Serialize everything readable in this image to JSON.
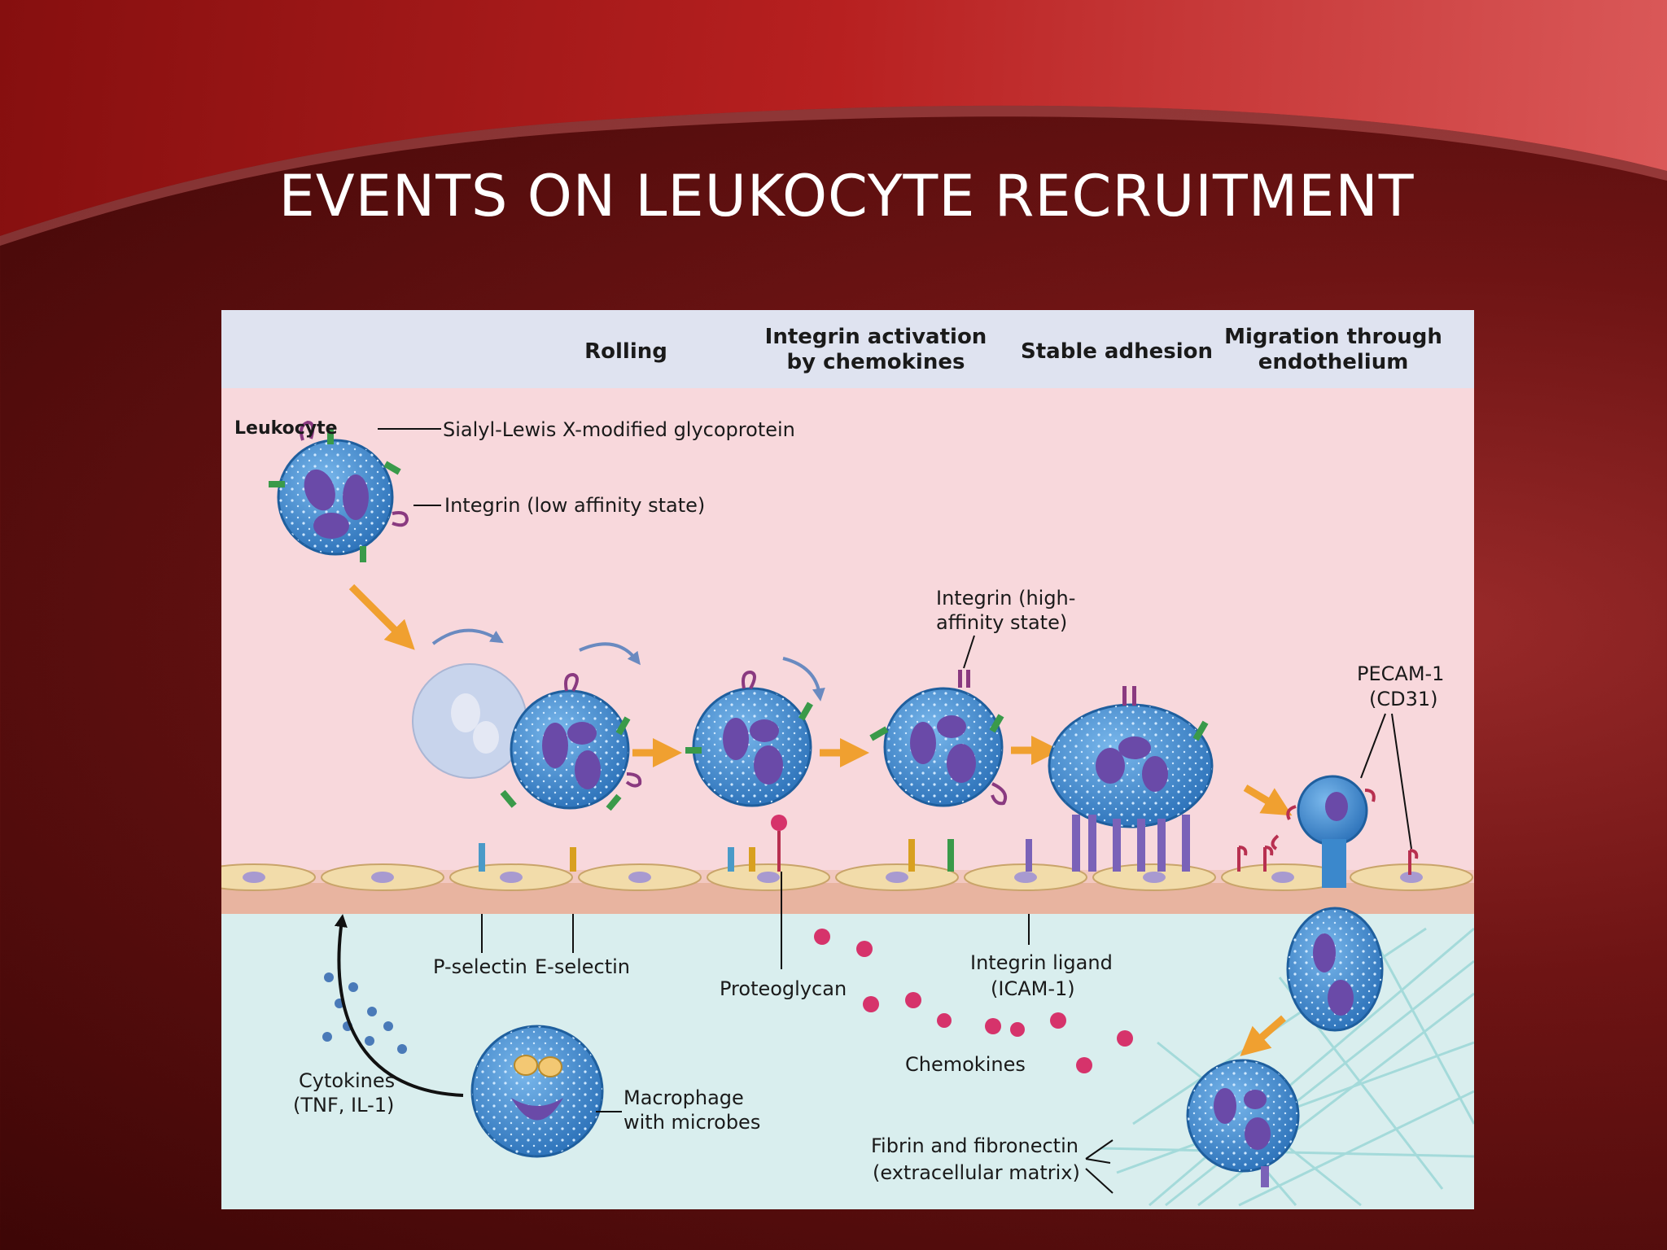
{
  "slide": {
    "title": "EVENTS ON LEUKOCYTE RECRUITMENT"
  },
  "diagram": {
    "stages": {
      "rolling": "Rolling",
      "integrin_activation_1": "Integrin activation",
      "integrin_activation_2": "by chemokines",
      "stable_adhesion": "Stable adhesion",
      "migration_1": "Migration through",
      "migration_2": "endothelium"
    },
    "labels": {
      "leukocyte": "Leukocyte",
      "sialyl_lewis": "Sialyl-Lewis X-modified glycoprotein",
      "integrin_low": "Integrin (low affinity state)",
      "integrin_high_1": "Integrin (high-",
      "integrin_high_2": "affinity state)",
      "pecam_1": "PECAM-1",
      "pecam_2": "(CD31)",
      "p_selectin": "P-selectin",
      "e_selectin": "E-selectin",
      "proteoglycan": "Proteoglycan",
      "integrin_ligand_1": "Integrin ligand",
      "integrin_ligand_2": "(ICAM-1)",
      "cytokines_1": "Cytokines",
      "cytokines_2": "(TNF, IL-1)",
      "macrophage_1": "Macrophage",
      "macrophage_2": "with microbes",
      "chemokines": "Chemokines",
      "fibrin_1": "Fibrin and fibronectin",
      "fibrin_2": "(extracellular matrix)"
    },
    "colors": {
      "lumen": "#f8d8dc",
      "header_band": "#dfe3f0",
      "tissue": "#d9eeee",
      "endothelium": "#f2dcaa",
      "cell_blue": "#3b88cc",
      "nucleus": "#6a4aa8",
      "arrow_orange": "#f0a030",
      "chemokine": "#d6336b"
    }
  }
}
